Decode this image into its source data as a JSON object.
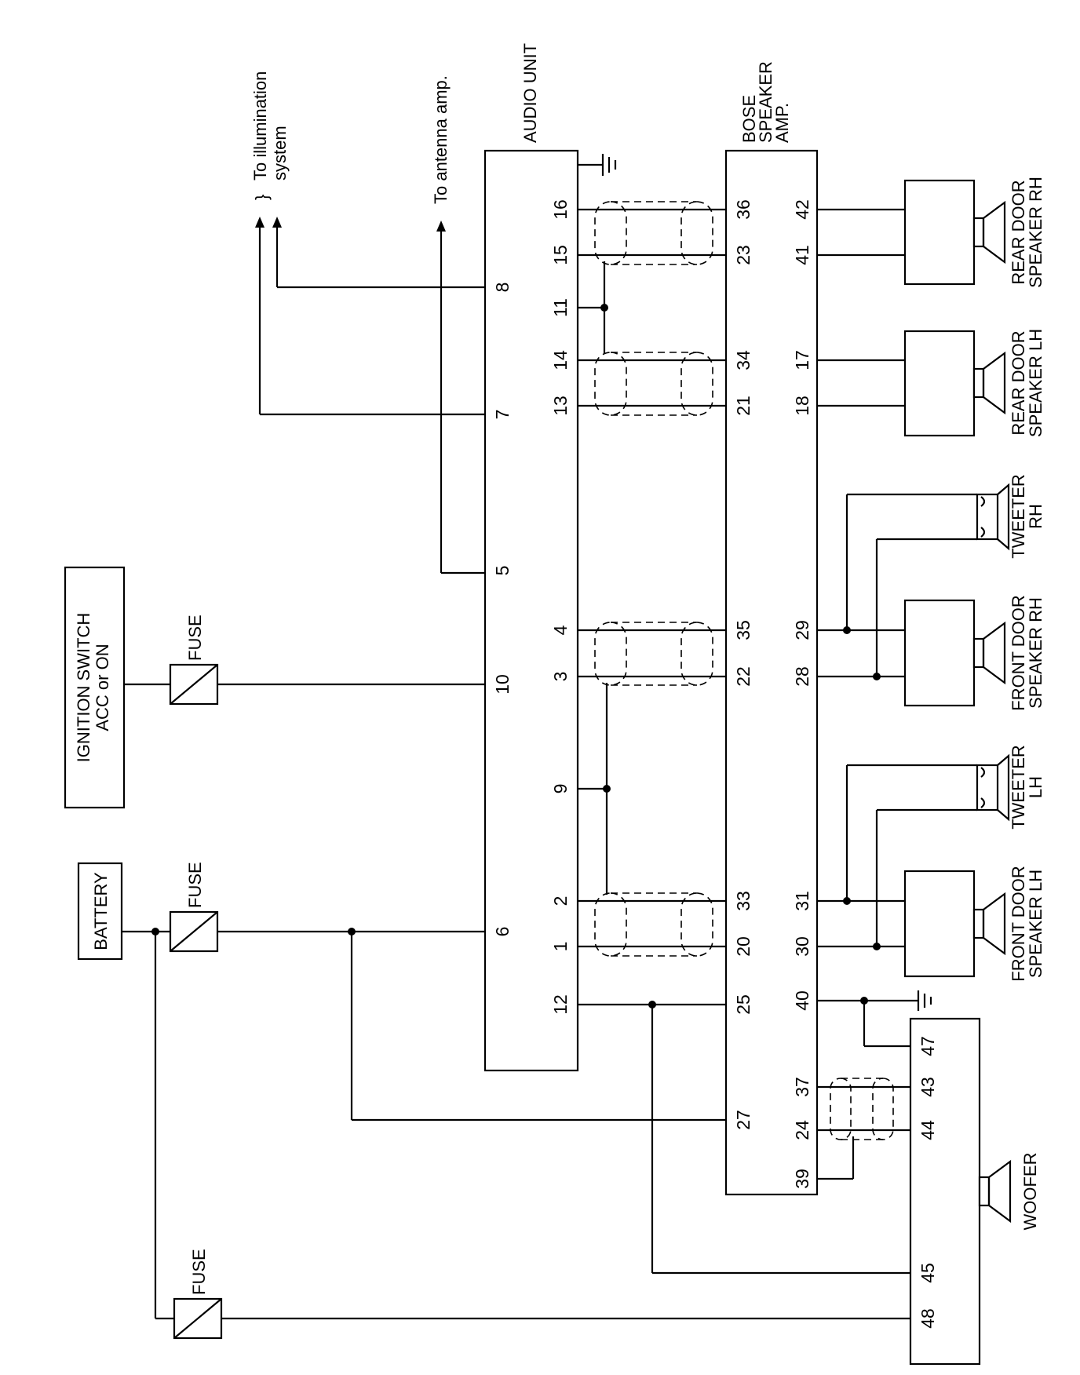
{
  "labels": {
    "battery": "BATTERY",
    "ignition_line1": "IGNITION SWITCH",
    "ignition_line2": "ACC or ON",
    "fuse": "FUSE",
    "audio_unit": "AUDIO UNIT",
    "bose_line1": "BOSE",
    "bose_line2": "SPEAKER",
    "bose_line3": "AMP.",
    "to_illumination_line1": "To illumination",
    "to_illumination_line2": "system",
    "to_antenna": "To antenna amp.",
    "rear_door_rh_line1": "REAR DOOR",
    "rear_door_rh_line2": "SPEAKER RH",
    "rear_door_lh_line1": "REAR DOOR",
    "rear_door_lh_line2": "SPEAKER LH",
    "tweeter_rh_line1": "TWEETER",
    "tweeter_rh_line2": "RH",
    "front_door_rh_line1": "FRONT DOOR",
    "front_door_rh_line2": "SPEAKER RH",
    "tweeter_lh_line1": "TWEETER",
    "tweeter_lh_line2": "LH",
    "front_door_lh_line1": "FRONT DOOR",
    "front_door_lh_line2": "SPEAKER LH",
    "woofer": "WOOFER"
  },
  "audio_unit_pins_left": [
    "8",
    "7",
    "5",
    "10",
    "6"
  ],
  "audio_unit_pins_right": [
    "16",
    "15",
    "11",
    "14",
    "13",
    "4",
    "3",
    "9",
    "2",
    "1",
    "12"
  ],
  "bose_amp_pins_left": [
    "36",
    "23",
    "34",
    "21",
    "35",
    "22",
    "33",
    "20",
    "25",
    "27"
  ],
  "bose_amp_pins_right": [
    "42",
    "41",
    "17",
    "18",
    "29",
    "28",
    "31",
    "30",
    "40",
    "37",
    "24",
    "39"
  ],
  "woofer_pins": [
    "47",
    "43",
    "44",
    "45",
    "48"
  ]
}
